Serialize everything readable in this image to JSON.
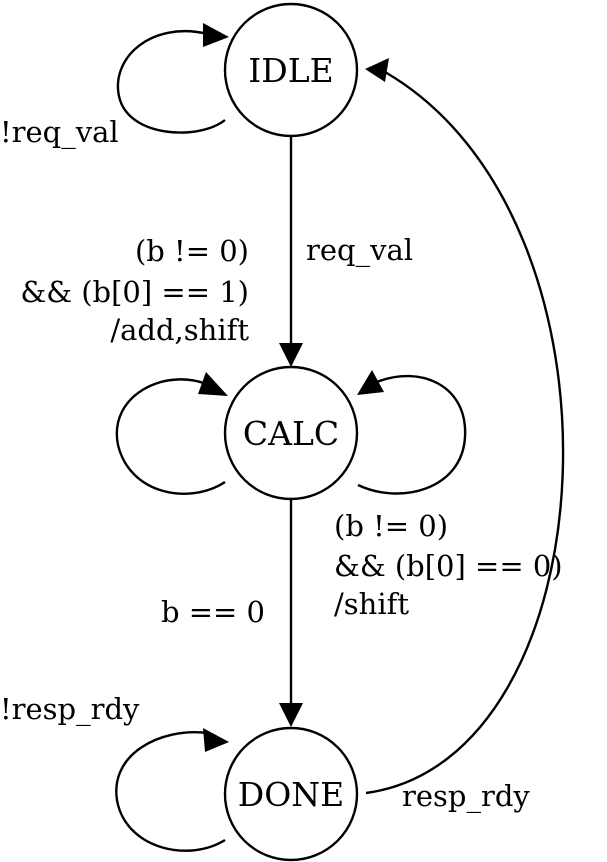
{
  "diagram": {
    "states": {
      "idle": "IDLE",
      "calc": "CALC",
      "done": "DONE"
    },
    "edges": {
      "idle_self": "!req_val",
      "idle_to_calc": "req_val",
      "calc_left_self": [
        "(b != 0)",
        "&& (b[0] == 1)",
        "/add,shift"
      ],
      "calc_right_self": [
        "(b != 0)",
        "&& (b[0] == 0)",
        "/shift"
      ],
      "calc_to_done": "b == 0",
      "done_self": "!resp_rdy",
      "done_to_idle": "resp_rdy"
    }
  }
}
